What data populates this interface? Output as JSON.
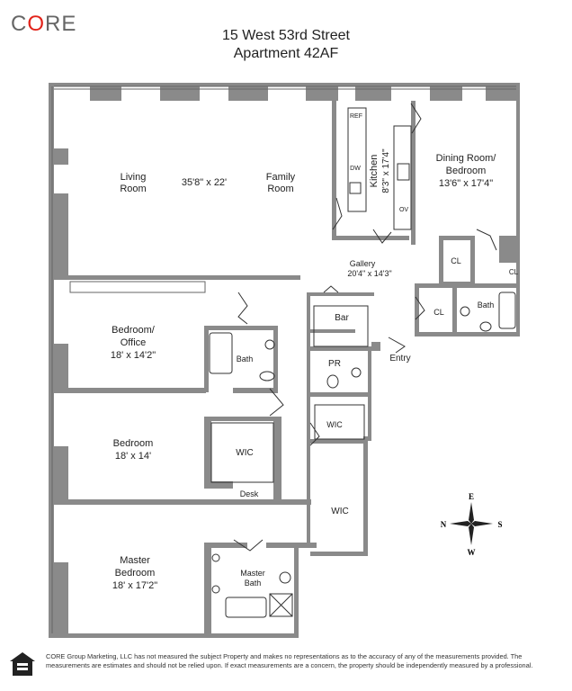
{
  "brand": {
    "logo_text_a": "C",
    "logo_text_o": "O",
    "logo_text_b": "RE"
  },
  "header": {
    "address": "15 West 53rd Street",
    "unit": "Apartment 42AF"
  },
  "rooms": {
    "living_name": "Living Room",
    "living_dims": "35'8\" x 22'",
    "family_name": "Family Room",
    "kitchen_name": "Kitchen",
    "kitchen_dims": "8'3\" x 17'4\"",
    "dining_name_1": "Dining Room/",
    "dining_name_2": "Bedroom",
    "dining_dims": "13'6\" x 17'4\"",
    "gallery_name": "Gallery",
    "gallery_dims": "20'4\" x 14'3\"",
    "bar": "Bar",
    "pr": "PR",
    "entry": "Entry",
    "cl": "CL",
    "bath": "Bath",
    "office_name_1": "Bedroom/",
    "office_name_2": "Office",
    "office_dims": "18' x 14'2\"",
    "bedroom_name": "Bedroom",
    "bedroom_dims": "18' x 14'",
    "wic": "WIC",
    "desk": "Desk",
    "master_name_1": "Master",
    "master_name_2": "Bedroom",
    "master_dims": "18' x 17'2\"",
    "master_bath_1": "Master",
    "master_bath_2": "Bath"
  },
  "appliances": {
    "ref": "REF",
    "dw": "DW",
    "ov": "OV"
  },
  "compass": {
    "e": "E",
    "n": "N",
    "s": "S",
    "w": "W"
  },
  "footer": {
    "disclaimer": "CORE Group Marketing, LLC has not measured the subject Property and makes no representations as to the accuracy of any of the measurements provided. The measurements are estimates and should not be relied upon. If exact measurements are a concern, the property should be independently measured by a professional."
  }
}
